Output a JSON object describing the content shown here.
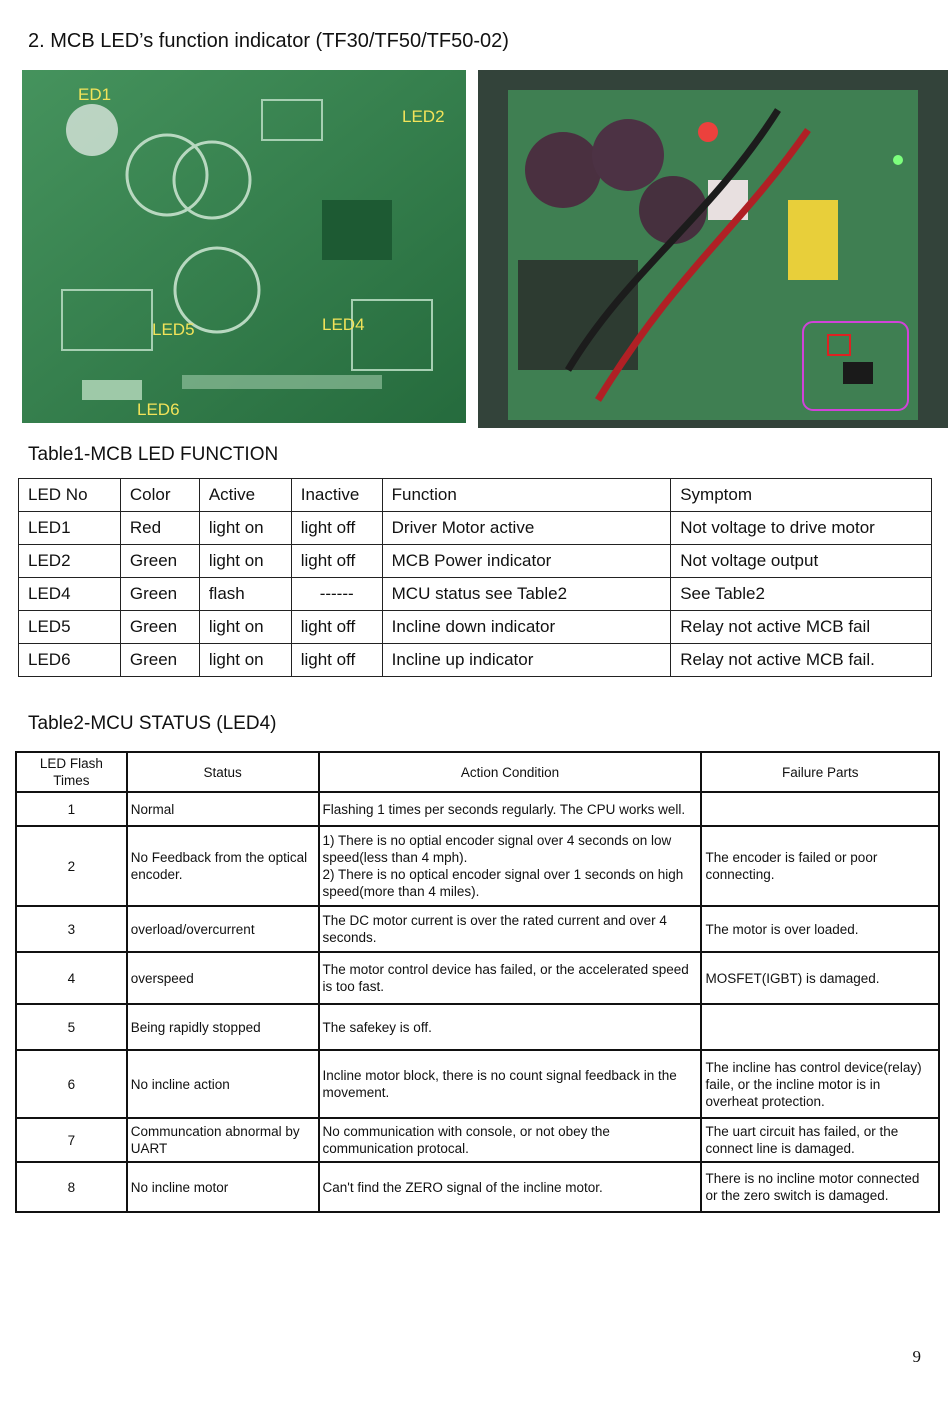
{
  "heading": "2. MCB LED’s function indicator (TF30/TF50/TF50-02)",
  "photo1_labels": [
    "ED1",
    "LED2",
    "LED5",
    "LED4",
    "LED6"
  ],
  "table1": {
    "title": "Table1-MCB LED FUNCTION",
    "headers": [
      "LED No",
      "Color",
      "Active",
      "Inactive",
      "Function",
      "Symptom"
    ],
    "rows": [
      [
        "LED1",
        "Red",
        "light on",
        "light off",
        "Driver Motor active",
        "Not voltage to drive motor"
      ],
      [
        "LED2",
        "Green",
        "light on",
        "light off",
        "MCB Power indicator",
        "Not voltage output"
      ],
      [
        "LED4",
        "Green",
        "flash",
        "------",
        "MCU status see Table2",
        "See Table2"
      ],
      [
        "LED5",
        "Green",
        "light on",
        "light off",
        "Incline down indicator",
        "Relay not active MCB fail"
      ],
      [
        "LED6",
        "Green",
        "light on",
        "light off",
        "Incline up indicator",
        "Relay not active MCB fail."
      ]
    ]
  },
  "table2": {
    "title": "Table2-MCU STATUS (LED4)",
    "headers": [
      "LED Flash Times",
      "Status",
      "Action Condition",
      "Failure Parts"
    ],
    "rows": [
      [
        "1",
        "Normal",
        "Flashing 1 times per seconds regularly. The CPU works well.",
        ""
      ],
      [
        "2",
        "No Feedback from the optical encoder.",
        "1) There is no optial encoder signal over 4 seconds on low speed(less than 4 mph).\n2) There is no optical encoder signal over 1 seconds on high speed(more than 4 miles).",
        "The encoder is failed or poor connecting."
      ],
      [
        "3",
        "overload/overcurrent",
        "The DC motor current is over the rated current and over 4 seconds.",
        "The motor is over loaded."
      ],
      [
        "4",
        "overspeed",
        "The motor control device has failed, or the accelerated speed is too fast.",
        "MOSFET(IGBT) is damaged."
      ],
      [
        "5",
        "Being rapidly stopped",
        "The safekey is off.",
        ""
      ],
      [
        "6",
        "No incline action",
        "Incline motor block, there is no count signal feedback in the movement.",
        "The incline has control device(relay) faile, or the incline motor is in overheat protection."
      ],
      [
        "7",
        "Communcation abnormal by UART",
        "No communication with console, or not obey the communication protocal.",
        "The uart circuit has failed, or the connect line is damaged."
      ],
      [
        "8",
        "No incline motor",
        "Can't find the ZERO signal of the incline motor.",
        "There is no incline motor connected or the zero switch is damaged."
      ]
    ]
  },
  "page_number": "9"
}
